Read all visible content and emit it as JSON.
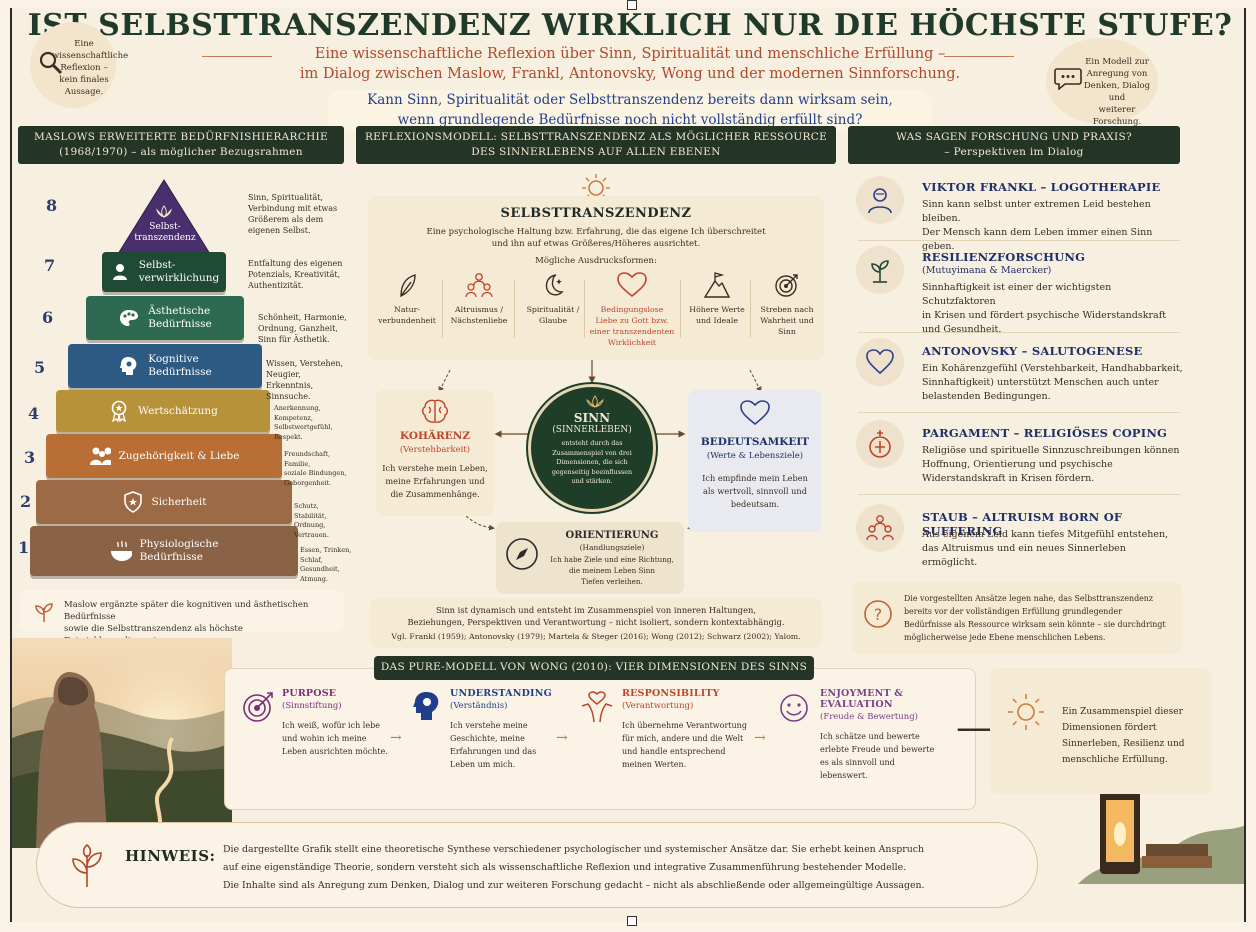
{
  "header": {
    "title": "IST SELBSTTRANSZENDENZ WIRKLICH NUR DIE HÖCHSTE STUFE?",
    "subtitle_line1": "Eine wissenschaftliche Reflexion über Sinn, Spiritualität und menschliche Erfüllung –",
    "subtitle_line2": "im Dialog zwischen Maslow, Frankl, Antonovsky, Wong und der modernen Sinnforschung.",
    "question_line1": "Kann Sinn, Spiritualität oder Selbsttranszendenz bereits dann wirksam sein,",
    "question_line2": "wenn grundlegende Bedürfnisse noch nicht vollständig erfüllt sind?",
    "left_note": [
      "Eine",
      "wissenschaftliche",
      "Reflexion –",
      "kein finales",
      "Aussage."
    ],
    "right_note": [
      "Ein Modell zur",
      "Anregung von",
      "Denken, Dialog und",
      "weiterer Forschung."
    ]
  },
  "maslow": {
    "bar_line1": "MASLOWS ERWEITERTE BEDÜRFNISHIERARCHIE",
    "bar_line2": "(1968/1970) – als möglicher Bezugsrahmen",
    "levels": [
      {
        "num": "8",
        "label_l1": "Selbst-",
        "label_l2": "transzendenz",
        "desc": [
          "Sinn, Spiritualität,",
          "Verbindung mit etwas",
          "Größerem als dem",
          "eigenen Selbst."
        ],
        "color": "#4a2f6e"
      },
      {
        "num": "7",
        "label_l1": "Selbst-",
        "label_l2": "verwirklichung",
        "desc": [
          "Entfaltung des eigenen",
          "Potenzials, Kreativität,",
          "Authentizität."
        ],
        "color": "#1f4a36"
      },
      {
        "num": "6",
        "label_l1": "Ästhetische",
        "label_l2": "Bedürfnisse",
        "desc": [
          "Schönheit, Harmonie,",
          "Ordnung, Ganzheit,",
          "Sinn für Ästhetik."
        ],
        "color": "#2e6a52"
      },
      {
        "num": "5",
        "label_l1": "Kognitive",
        "label_l2": "Bedürfnisse",
        "desc": [
          "Wissen, Verstehen,",
          "Neugier, Erkenntnis,",
          "Sinnsuche."
        ],
        "color": "#2d5a82"
      },
      {
        "num": "4",
        "label_l1": "Wertschätzung",
        "label_l2": "",
        "desc": [
          "Anerkennung, Kompetenz,",
          "Selbstwertgefühl,",
          "Respekt."
        ],
        "color": "#b8923a"
      },
      {
        "num": "3",
        "label_l1": "Zugehörigkeit & Liebe",
        "label_l2": "",
        "desc": [
          "Freundschaft, Familie,",
          "soziale Bindungen,",
          "Geborgenheit."
        ],
        "color": "#b86e34"
      },
      {
        "num": "2",
        "label_l1": "Sicherheit",
        "label_l2": "",
        "desc": [
          "Schutz, Stabilität,",
          "Ordnung, Vertrauen."
        ],
        "color": "#9c6a44"
      },
      {
        "num": "1",
        "label_l1": "Physiologische",
        "label_l2": "Bedürfnisse",
        "desc": [
          "Essen, Trinken, Schlaf,",
          "Gesundheit, Atmung."
        ],
        "color": "#8a6246"
      }
    ],
    "footnote_line1": "Maslow ergänzte später die kognitiven und ästhetischen Bedürfnisse",
    "footnote_line2": "sowie die Selbsttranszendenz als höchste Entwicklungsdimension."
  },
  "model": {
    "bar_line1": "REFLEXIONSMODELL: SELBSTTRANSZENDENZ ALS MÖGLICHER RESSOURCE",
    "bar_line2": "DES SINNERLEBENS AUF ALLEN EBENEN",
    "st_title": "SELBSTTRANSZENDENZ",
    "st_desc_l1": "Eine psychologische Haltung bzw. Erfahrung, die das eigene Ich überschreitet",
    "st_desc_l2": "und ihn auf etwas Größeres/Höheres ausrichtet.",
    "st_forms_label": "Mögliche Ausdrucksformen:",
    "expressions": [
      {
        "l1": "Natur-",
        "l2": "verbundenheit",
        "l3": "",
        "l4": ""
      },
      {
        "l1": "Altruismus /",
        "l2": "Nächstenliebe",
        "l3": "",
        "l4": ""
      },
      {
        "l1": "Spiritualität /",
        "l2": "Glaube",
        "l3": "",
        "l4": ""
      },
      {
        "l1": "Bedingungslose",
        "l2": "Liebe zu Gott bzw.",
        "l3": "einer transzendenten",
        "l4": "Wirklichkeit"
      },
      {
        "l1": "Höhere Werte",
        "l2": "und Ideale",
        "l3": "",
        "l4": ""
      },
      {
        "l1": "Streben nach",
        "l2": "Wahrheit und",
        "l3": "Sinn",
        "l4": ""
      }
    ],
    "koharenz_title": "KOHÄRENZ",
    "koharenz_sub": "(Verstehbarkeit)",
    "koharenz_text": [
      "Ich verstehe mein Leben,",
      "meine Erfahrungen und",
      "die Zusammenhänge."
    ],
    "sinn_title": "SINN",
    "sinn_sub": "(SINNERLEBEN)",
    "sinn_text": [
      "entsteht durch das",
      "Zusammenspiel von drei",
      "Dimensionen, die sich",
      "gegenseitig beeinflussen",
      "und stärken."
    ],
    "bedeutsamkeit_title": "BEDEUTSAMKEIT",
    "bedeutsamkeit_sub": "(Werte & Lebensziele)",
    "bedeutsamkeit_text": [
      "Ich empfinde mein Leben",
      "als wertvoll, sinnvoll und",
      "bedeutsam."
    ],
    "orientierung_title": "ORIENTIERUNG",
    "orientierung_sub": "(Handlungsziele)",
    "orientierung_text": [
      "Ich habe Ziele und eine Richtung,",
      "die meinem Leben Sinn",
      "Tiefen verleihen."
    ],
    "note_l1": "Sinn ist dynamisch und entsteht im Zusammenspiel von inneren Haltungen,",
    "note_l2": "Beziehungen, Perspektiven und Verantwortung – nicht isoliert, sondern kontextabhängig.",
    "refs": "Vgl. Frankl (1959); Antonovsky (1979); Martela & Steger (2016); Wong (2012); Schwarz (2002); Yalom."
  },
  "research": {
    "bar_line1": "WAS SAGEN FORSCHUNG UND PRAXIS?",
    "bar_line2": "– Perspektiven im Dialog",
    "items": [
      {
        "title": "VIKTOR FRANKL – LOGOTHERAPIE",
        "sub": "",
        "lines": [
          "Sinn kann selbst unter extremen Leid bestehen bleiben.",
          "Der Mensch kann dem Leben immer einen Sinn geben."
        ]
      },
      {
        "title": "RESILIENZFORSCHUNG",
        "sub": "(Mutuyimana & Maercker)",
        "lines": [
          "Sinnhaftigkeit ist einer der wichtigsten Schutzfaktoren",
          "in Krisen und fördert psychische Widerstandskraft",
          "und Gesundheit."
        ]
      },
      {
        "title": "ANTONOVSKY – SALUTOGENESE",
        "sub": "",
        "lines": [
          "Ein Kohärenzgefühl (Verstehbarkeit, Handhabbarkeit,",
          "Sinnhaftigkeit) unterstützt Menschen auch unter",
          "belastenden Bedingungen."
        ]
      },
      {
        "title": "PARGAMENT – RELIGIÖSES COPING",
        "sub": "",
        "lines": [
          "Religiöse und spirituelle Sinnzuschreibungen können",
          "Hoffnung, Orientierung und psychische",
          "Widerstandskraft in Krisen fördern."
        ]
      },
      {
        "title": "STAUB – ALTRUISM BORN OF SUFFERING",
        "sub": "",
        "lines": [
          "Aus eigenem Leid kann tiefes Mitgefühl entstehen,",
          "das Altruismus und ein neues Sinnerleben ermöglicht."
        ]
      }
    ],
    "conclusion": [
      "Die vorgestellten Ansätze legen nahe, das Selbsttranszendenz",
      "bereits vor der vollständigen Erfüllung grundlegender",
      "Bedürfnisse als Ressource wirksam sein könnte – sie durchdringt",
      "möglicherweise jede Ebene menschlichen Lebens."
    ]
  },
  "pure": {
    "bar": "DAS PURE-MODELL VON WONG (2010): VIER DIMENSIONEN DES SINNS",
    "cards": [
      {
        "title": "PURPOSE",
        "sub": "(Sinnstiftung)",
        "lines": [
          "Ich weiß, wofür ich lebe",
          "und wohin ich meine",
          "Leben ausrichten möchte."
        ],
        "color": "#7a2f7a"
      },
      {
        "title": "UNDERSTANDING",
        "sub": "(Verständnis)",
        "lines": [
          "Ich verstehe meine",
          "Geschichte, meine",
          "Erfahrungen und das",
          "Leben um mich."
        ],
        "color": "#1f3f8a"
      },
      {
        "title": "RESPONSIBILITY",
        "sub": "(Verantwortung)",
        "lines": [
          "Ich übernehme Verantwortung",
          "für mich, andere und die Welt",
          "und handle entsprechend",
          "meinen Werten."
        ],
        "color": "#c0442a"
      },
      {
        "title": "ENJOYMENT & EVALUATION",
        "sub": "(Freude & Bewertung)",
        "lines": [
          "Ich schätze und bewerte",
          "erlebte Freude und bewerte",
          "es als sinnvoll und",
          "lebenswert."
        ],
        "color": "#7a3f8a"
      }
    ],
    "result": [
      "Ein Zusammenspiel dieser",
      "Dimensionen fördert",
      "Sinnerleben, Resilienz und",
      "menschliche Erfüllung."
    ]
  },
  "hinweis": {
    "label": "HINWEIS:",
    "l1": "Die dargestellte Grafik stellt eine theoretische Synthese verschiedener psychologischer und systemischer Ansätze dar. Sie erhebt keinen Anspruch",
    "l2": "auf eine eigenständige Theorie, sondern versteht sich als wissenschaftliche Reflexion und integrative Zusammenführung bestehender Modelle.",
    "l3": "Die Inhalte sind als Anregung zum Denken, Dialog und zur weiteren Forschung gedacht – nicht als abschließende oder allgemeingültige Aussagen."
  },
  "colors": {
    "dark_green": "#243528",
    "accent_red": "#b0492b",
    "accent_blue": "#233f8a"
  }
}
